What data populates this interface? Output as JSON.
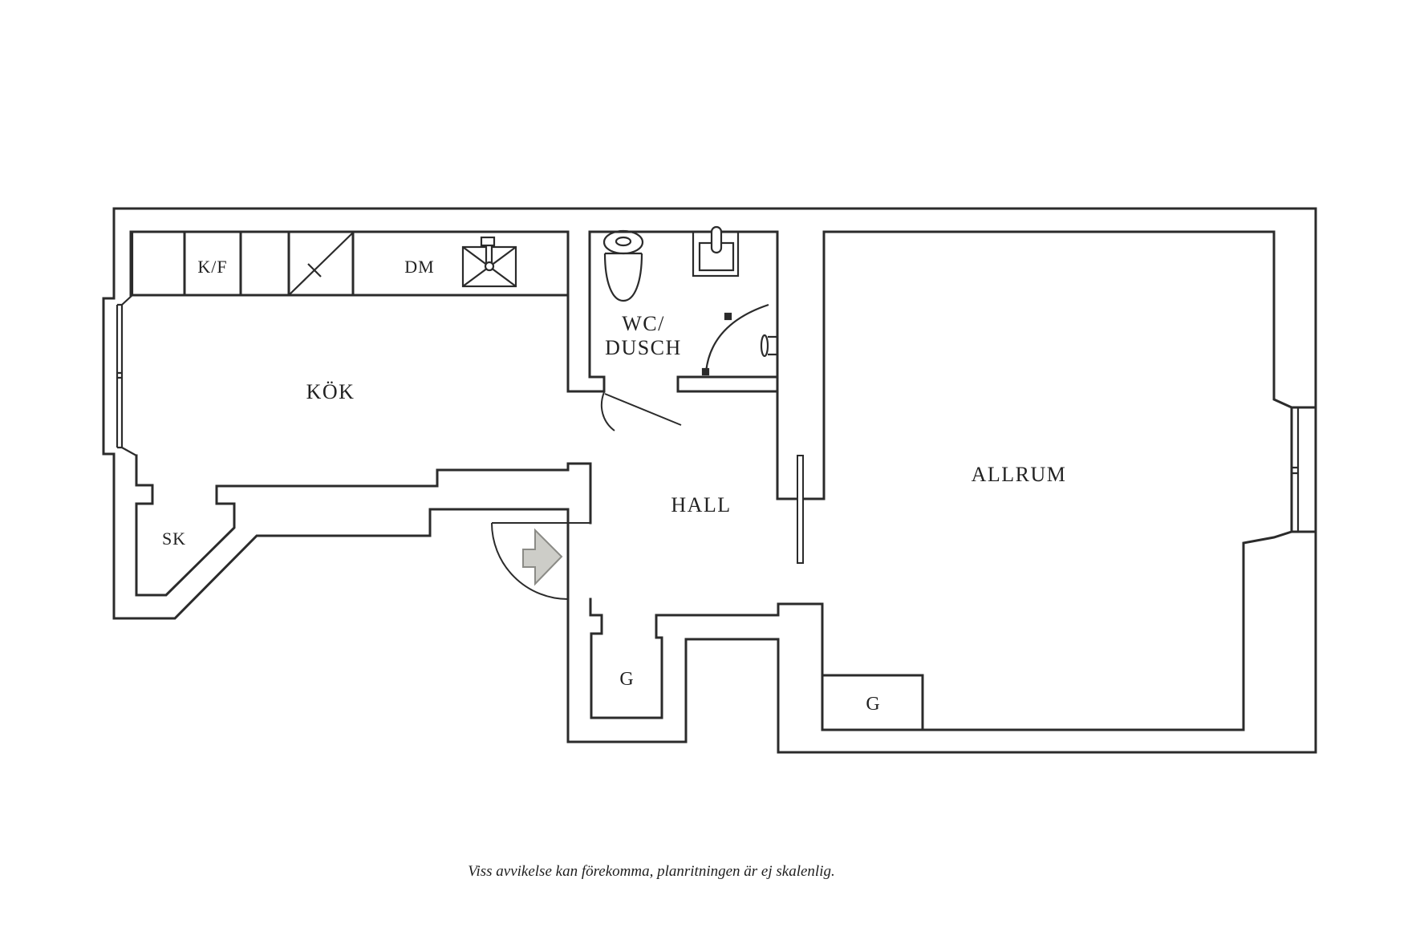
{
  "floorplan": {
    "rooms": {
      "kitchen": {
        "label": "KÖK"
      },
      "closet_sk": {
        "label": "SK"
      },
      "bathroom": {
        "label_line1": "WC/",
        "label_line2": "DUSCH"
      },
      "hall": {
        "label": "HALL"
      },
      "living_room": {
        "label": "ALLRUM"
      },
      "closet_hall": {
        "label": "G"
      },
      "closet_living": {
        "label": "G"
      }
    },
    "appliances": {
      "fridge_freezer": {
        "label": "K/F"
      },
      "dishwasher": {
        "label": "DM"
      }
    },
    "icons": {
      "toilet-icon": "toilet plan symbol",
      "bathroom-sink-icon": "washbasin plan symbol",
      "shower-icon": "corner shower curtain arc",
      "kitchen-sink-icon": "crossed square sink with faucet",
      "stove-icon": "diagonal hob symbol",
      "entry-arrow-icon": "gray entrance arrow",
      "window-icon": "double-line window",
      "door-swing-icon": "quarter-circle door swing"
    },
    "caption": "Viss avvikelse kan förekomma, planritningen är ej skalenlig.",
    "colors": {
      "line": "#2b2b2b",
      "arrow_fill": "#cdcdc8",
      "arrow_stroke": "#8b8b86",
      "background": "#ffffff"
    }
  }
}
